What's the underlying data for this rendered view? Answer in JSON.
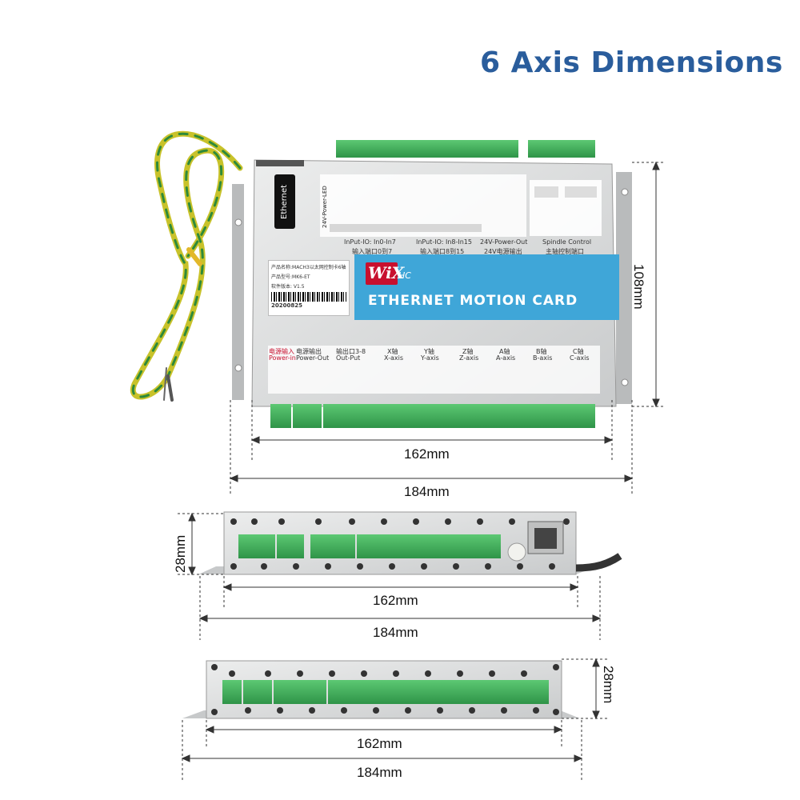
{
  "headline": "6 Axis Dimensions",
  "banner_title": "ETHERNET MOTION CARD",
  "logo": {
    "main": "WiX",
    "sub": "HC"
  },
  "ethernet_label": "Ethernet",
  "sticker": {
    "line1": "产品名称:MACH3以太网控制卡6轴",
    "line2": "产品型号:MK6-ET",
    "line3": "软件版本: V1.5",
    "serial": "20200825"
  },
  "top_labels": {
    "power_led": "24V-Power-LED",
    "input_a": "InPut-IO: In0-In7",
    "input_a_cn": "输入端口0到7",
    "input_b": "InPut-IO: In8-In15",
    "input_b_cn": "输入端口8到15",
    "power_out": "24V-Power-Out",
    "power_out_cn": "24V电源输出",
    "spindle": "Spindle Control",
    "spindle_cn": "主轴控制端口"
  },
  "bottom_labels": {
    "power_in_cn": "电源输入",
    "power_in": "Power-in",
    "power_out_cn": "电源输出",
    "power_out": "Power-Out",
    "out_put_cn": "输出口3-8",
    "out_put": "Out-Put",
    "axes": [
      "X-axis",
      "Y-axis",
      "Z-axis",
      "A-axis",
      "B-axis",
      "C-axis"
    ],
    "axes_cn": [
      "X轴",
      "Y轴",
      "Z轴",
      "A轴",
      "B轴",
      "C轴"
    ]
  },
  "dims": {
    "top_height": "108mm",
    "top_inner_width": "162mm",
    "top_outer_width": "184mm",
    "mid_height": "28mm",
    "mid_inner_width": "162mm",
    "mid_outer_width": "184mm",
    "bot_height": "28mm",
    "bot_inner_width": "162mm",
    "bot_outer_width": "184mm"
  },
  "colors": {
    "headline": "#2a5d9c",
    "banner": "#3fa6d8",
    "terminal_green": "#3aa856",
    "housing": "#d9dadb",
    "logo_red": "#c8102e"
  }
}
